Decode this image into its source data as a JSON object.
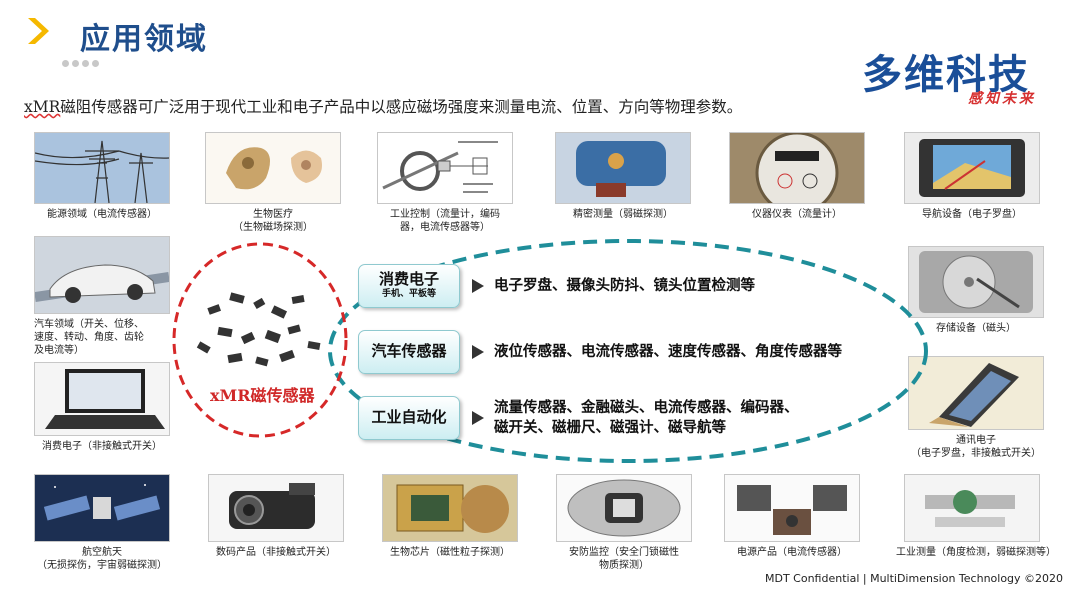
{
  "header": {
    "title": "应用领域",
    "logo_main": "多维科技",
    "logo_sub": "感知未来"
  },
  "intro": {
    "prefix": "xMR",
    "text": "磁阻传感器可广泛用于现代工业和电子产品中以感应磁场强度来测量电流、位置、方向等物理参数。"
  },
  "applications": {
    "energy": "能源领域（电流传感器）",
    "medical_1": "生物医疗",
    "medical_2": "（生物磁场探测）",
    "industrial_1": "工业控制（流量计，编码",
    "industrial_2": "器，电流传感器等）",
    "precision": "精密测量（弱磁探测）",
    "meter": "仪器仪表（流量计）",
    "navigation": "导航设备（电子罗盘）",
    "auto_1": "汽车领域（开关、位移、",
    "auto_2": "速度、转动、角度、齿轮",
    "auto_3": "及电流等）",
    "consumer": "消费电子（非接触式开关）",
    "storage": "存储设备（磁头）",
    "telecom_1": "通讯电子",
    "telecom_2": "（电子罗盘，非接触式开关）",
    "aerospace_1": "航空航天",
    "aerospace_2": "（无损探伤，宇宙弱磁探测）",
    "digital": "数码产品（非接触式开关）",
    "biochip": "生物芯片（磁性粒子探测）",
    "security_1": "安防监控（安全门锁磁性",
    "security_2": "物质探测）",
    "power": "电源产品（电流传感器）",
    "measure": "工业测量（角度检测，弱磁探测等）"
  },
  "center": {
    "label": "xMR磁传感器",
    "categories": [
      {
        "title": "消费电子",
        "sub": "手机、平板等",
        "desc": "电子罗盘、摄像头防抖、镜头位置检测等"
      },
      {
        "title": "汽车传感器",
        "sub": "",
        "desc": "液位传感器、电流传感器、速度传感器、角度传感器等"
      },
      {
        "title": "工业自动化",
        "sub": "",
        "desc_1": "流量传感器、金融磁头、电流传感器、编码器、",
        "desc_2": "磁开关、磁栅尺、磁强计、磁导航等"
      }
    ]
  },
  "footer": "MDT Confidential | MultiDimension Technology ©2020",
  "colors": {
    "title": "#1f4e8c",
    "accent": "#f5b800",
    "ellipse_teal": "#1f8e9a",
    "ellipse_red": "#d62828",
    "logo": "#1a4e98",
    "xmr_red": "#d02828"
  },
  "icons": [
    "chevron-right-icon",
    "pager-dots-icon"
  ]
}
